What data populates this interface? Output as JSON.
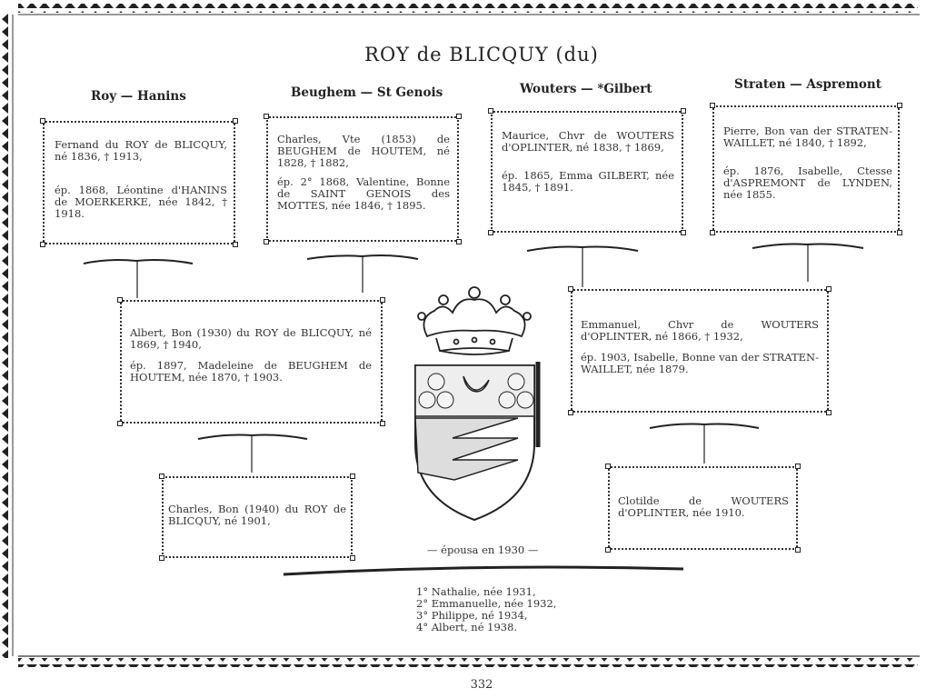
{
  "title": "ROY de BLICQUY (du)",
  "columns": {
    "c1": "Roy — Hanins",
    "c2": "Beughem — St Genois",
    "c3": "Wouters — *Gilbert",
    "c4": "Straten — Aspremont"
  },
  "boxes": {
    "fernand": {
      "line1": "Fernand du ROY de BLICQUY, né 1836, † 1913,",
      "line2": "ép. 1868, Léontine d'HANINS de MOERKERKE, née 1842, † 1918."
    },
    "charles_vte": {
      "line1": "Charles, Vte (1853) de BEUGHEM de HOUTEM, né 1828, † 1882,",
      "line2": "ép. 2° 1868, Valentine, Bonne de SAINT GENOIS des MOTTES, née 1846, † 1895."
    },
    "maurice": {
      "line1": "Maurice, Chvr de WOUTERS d'OPLINTER, né 1838, † 1869,",
      "line2": "ép. 1865, Emma GILBERT, née 1845, † 1891."
    },
    "pierre": {
      "line1": "Pierre, Bon van der STRATEN-WAILLET, né 1840, † 1892,",
      "line2": "ép. 1876, Isabelle, Ctesse d'ASPREMONT de LYNDEN, née 1855."
    },
    "albert": {
      "line1": "Albert, Bon (1930) du ROY de BLICQUY, né 1869, † 1940,",
      "line2": "ép. 1897, Madeleine de BEUGHEM de HOUTEM, née 1870, † 1903."
    },
    "emmanuel": {
      "line1": "Emmanuel, Chvr de WOUTERS d'OPLINTER, né 1866, † 1932,",
      "line2": "ép. 1903, Isabelle, Bonne van der STRATEN-WAILLET, née 1879."
    },
    "charles_bon": {
      "line1": "Charles, Bon (1940) du ROY de BLICQUY, né 1901,"
    },
    "clotilde": {
      "line1": "Clotilde de WOUTERS d'OPLINTER, née 1910."
    }
  },
  "married": "— épousa en 1930 —",
  "children": [
    "1° Nathalie, née 1931,",
    "2° Emmanuelle, née 1932,",
    "3° Philippe, né 1934,",
    "4° Albert, né 1938."
  ],
  "page_number": "332"
}
